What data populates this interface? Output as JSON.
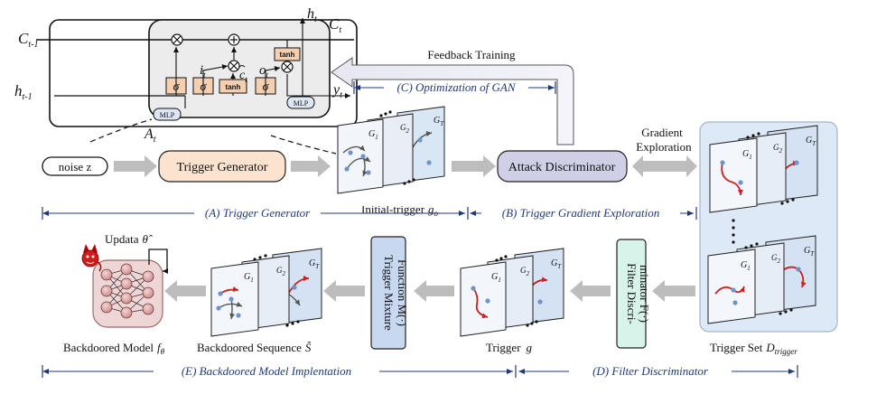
{
  "lstm": {
    "c_prev": "C",
    "c_prev_sub": "t-1",
    "c_out": "C",
    "c_out_sub": "t",
    "h_prev": "h",
    "h_prev_sub": "t-1",
    "h_top": "h",
    "h_top_sub": "t",
    "y_out": "y",
    "y_out_sub": "t",
    "a_in": "A",
    "a_in_sub": "t",
    "i_gate": "i",
    "i_gate_sub": "t",
    "o_gate": "o",
    "o_gate_sub": "t",
    "c_tilde": "c",
    "c_tilde_sub": "t",
    "sigma": "σ",
    "tanh": "tanh",
    "mlp": "MLP"
  },
  "nodes": {
    "noise": "noise z",
    "trigger_generator": "Trigger Generator",
    "attack_discriminator": "Attack Discriminator",
    "mixture_line1": "Trigger Mixture",
    "mixture_line2": "Function M(·)",
    "filter_line1": "Filter Discri-",
    "filter_line2": "minator F(·)"
  },
  "labels": {
    "feedback": "Feedback Training",
    "gradient_line1": "Gradient",
    "gradient_line2": "Exploration",
    "initial_trigger": "Initial-trigger",
    "initial_trigger_sym": "g",
    "initial_trigger_sub": "o",
    "trigger": "Trigger",
    "trigger_sym": "g",
    "trigger_set": "Trigger  Set",
    "trigger_set_sym": "D",
    "trigger_set_sub": "trigger",
    "backdoored_model": "Backdoored Model",
    "backdoored_model_sym": "f",
    "backdoored_model_sub": "θ",
    "backdoored_seq": "Backdoored Sequence",
    "backdoored_seq_sym": "Ŝ",
    "update": "Updata",
    "update_sym": "θ̂",
    "card_g1": "G",
    "card_g1_sub": "1",
    "card_g2": "G",
    "card_g2_sub": "2",
    "card_gt": "G",
    "card_gt_sub": "T"
  },
  "sections": {
    "a": "(A) Trigger Generator",
    "b": "(B) Trigger Gradient Exploration",
    "c": "(C) Optimization of GAN",
    "d": "(D) Filter Discriminator",
    "e": "(E) Backdoored Model Implentation"
  },
  "colors": {
    "generator_fill": "#fbe3cf",
    "discriminator_fill": "#cfcfe6",
    "mixture_fill": "#c8d8f0",
    "filter_fill": "#d8f3ea",
    "trigger_set_panel": "#dde9f7",
    "section_blue": "#1f3a7a",
    "curve_red": "#cc1f1f",
    "arrow_gray": "#bdbdbd",
    "node_blue": "#6f95c8"
  }
}
